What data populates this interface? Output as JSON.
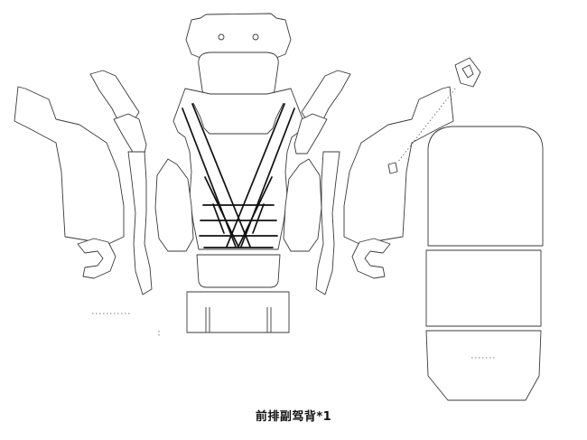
{
  "caption": "前排副驾背*1",
  "colors": {
    "outline": "#3a3a3a",
    "stitch": "#111111",
    "background": "#ffffff"
  },
  "pieces": [
    "headrest-top",
    "headrest-front",
    "seat-back-main",
    "seat-lower-panel",
    "bottom-strip",
    "left-outer-side-panel",
    "left-mid-side-panel",
    "left-inner-bolster",
    "left-hook-piece",
    "right-outer-side-panel",
    "right-mid-side-panel",
    "right-inner-bolster",
    "right-hook-piece",
    "rear-back-panel-top",
    "rear-back-panel-middle",
    "rear-back-panel-bottom",
    "seatbelt-guide"
  ]
}
